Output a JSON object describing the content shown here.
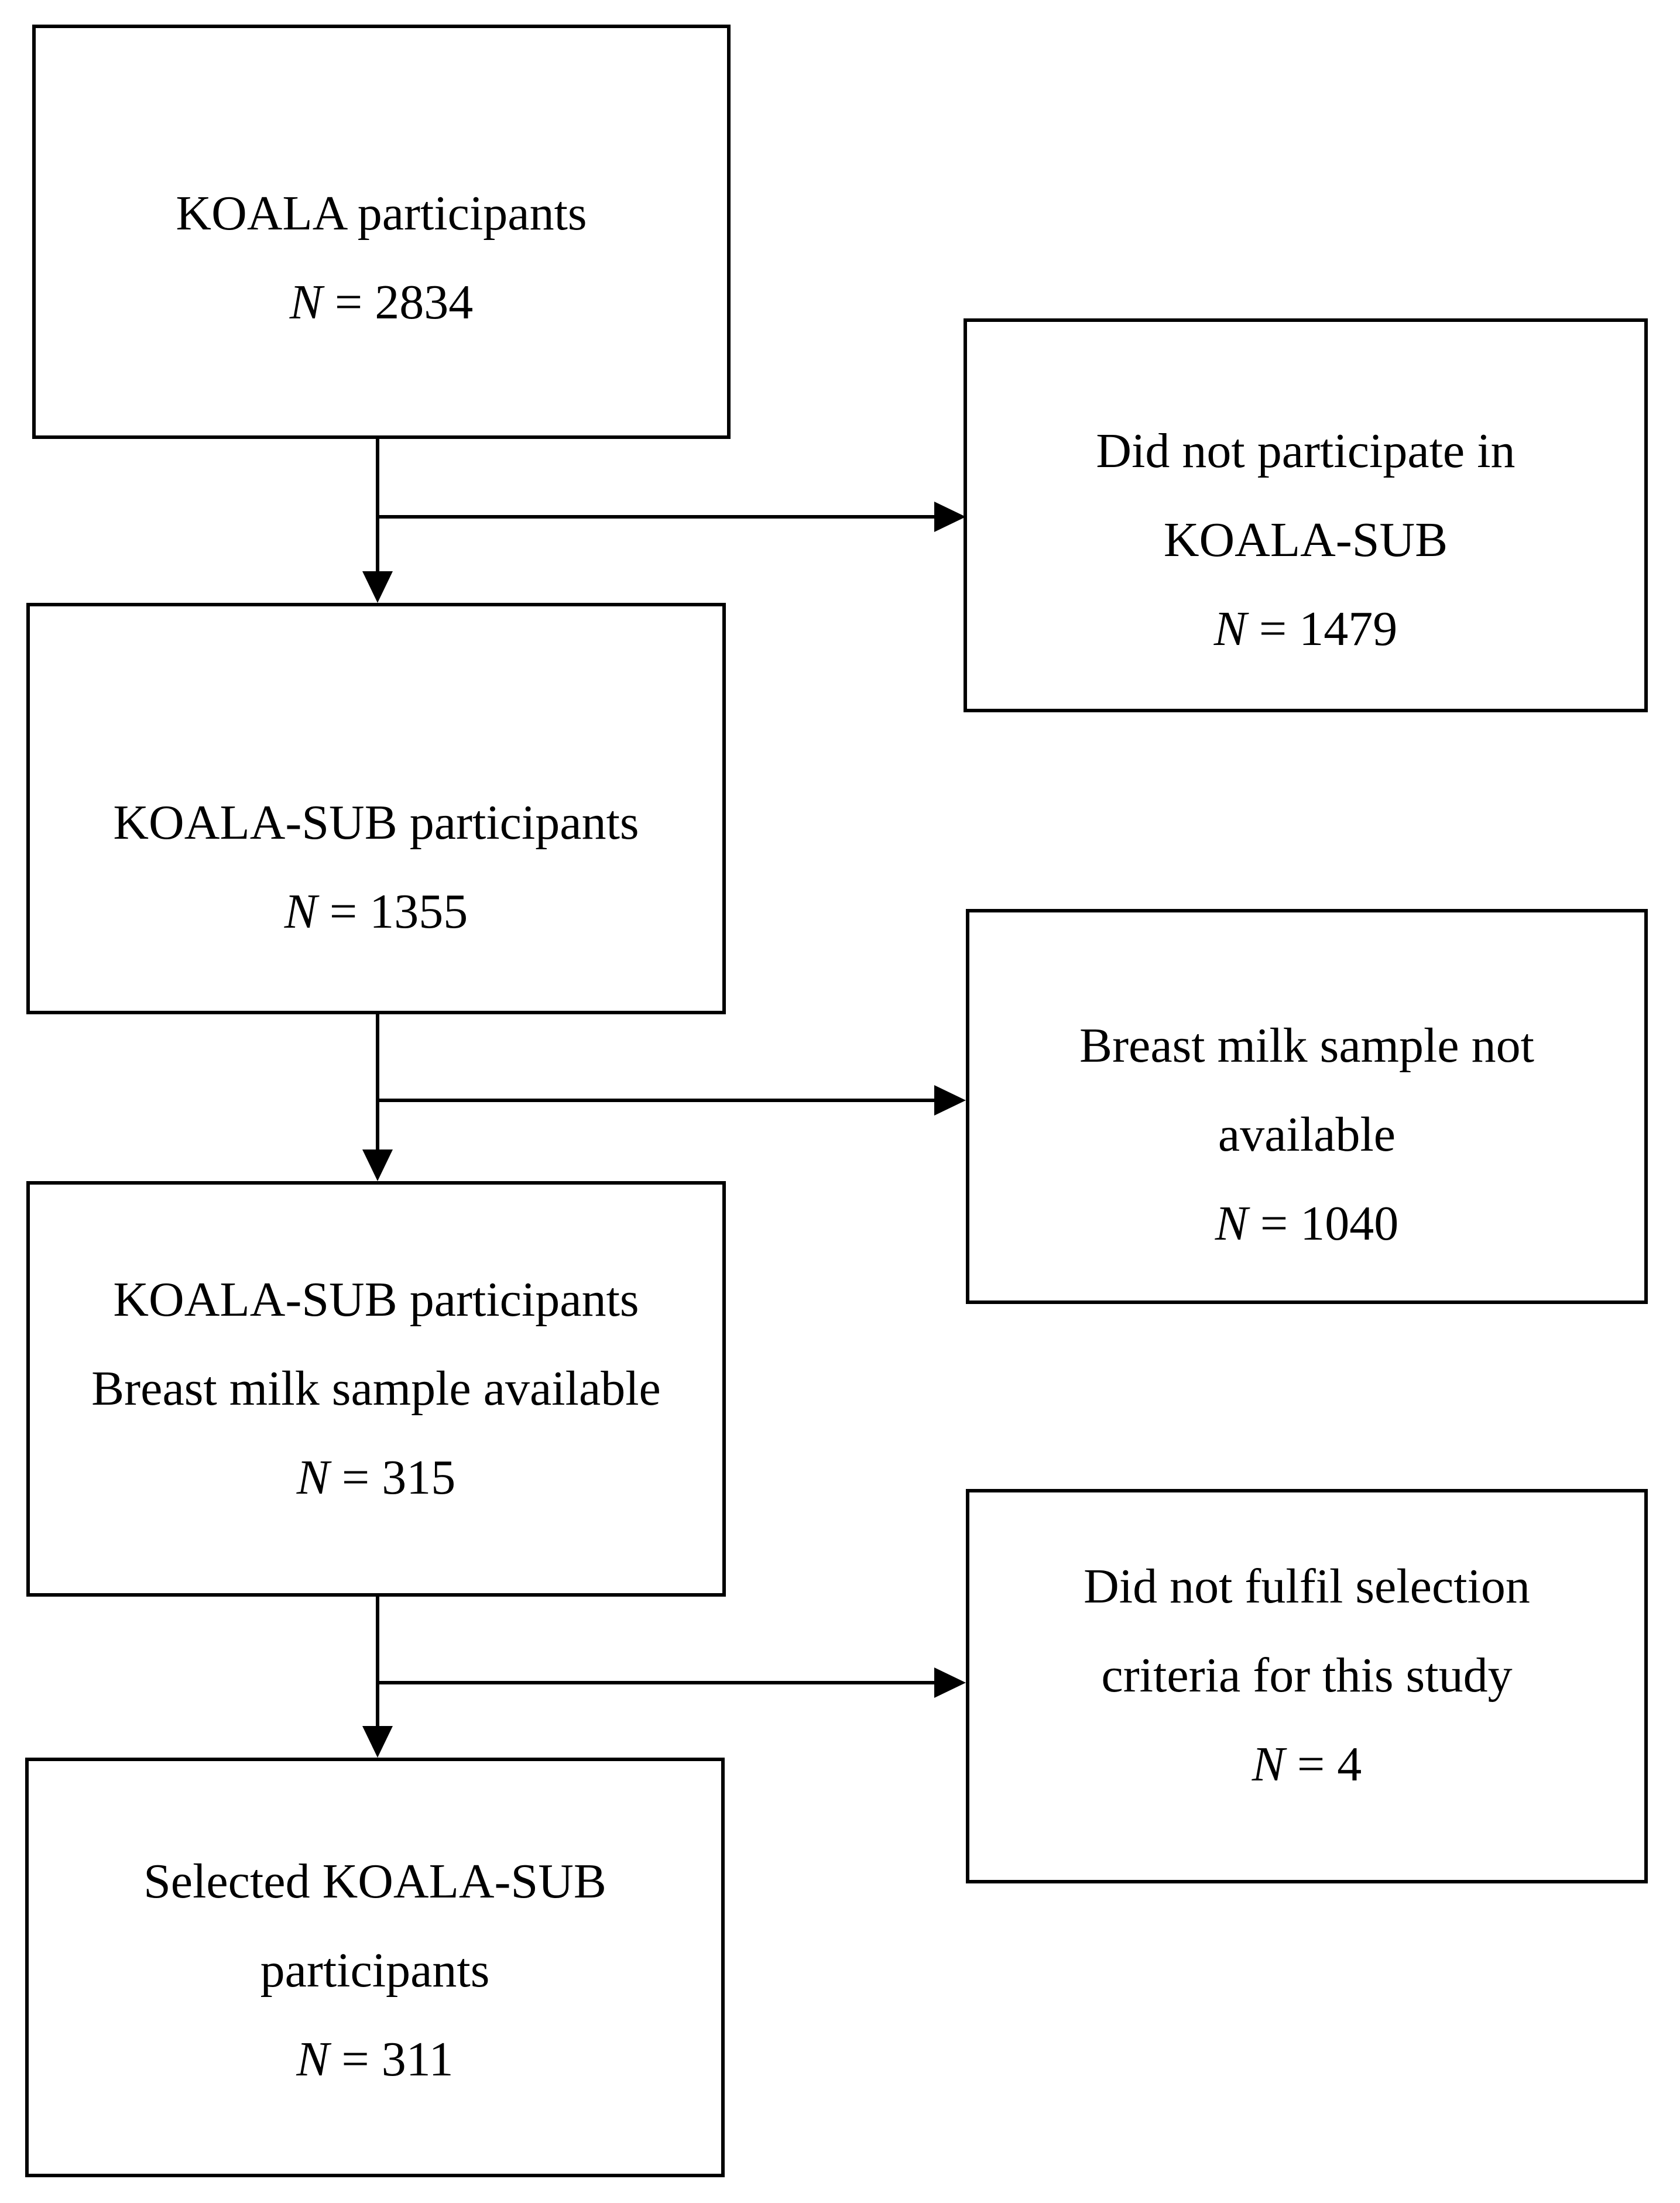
{
  "figure": {
    "background_color": "#ffffff",
    "line_color": "#000000",
    "text_color": "#000000",
    "left_boxes": [
      {
        "id": "koala-participants",
        "lines": [
          "KOALA participants"
        ],
        "n": {
          "var": "N",
          "rest": " = 2834"
        }
      },
      {
        "id": "koala-sub-participants",
        "lines": [
          "KOALA-SUB participants"
        ],
        "n": {
          "var": "N",
          "rest": " = 1355"
        }
      },
      {
        "id": "breast-milk-available",
        "lines": [
          "KOALA-SUB participants",
          "Breast milk sample available"
        ],
        "n": {
          "var": "N",
          "rest": " = 315"
        }
      },
      {
        "id": "selected-participants",
        "lines": [
          "Selected KOALA-SUB",
          "participants"
        ],
        "n": {
          "var": "N",
          "rest": " = 311"
        }
      }
    ],
    "right_boxes": [
      {
        "id": "did-not-participate",
        "lines": [
          "Did not participate in",
          "KOALA-SUB"
        ],
        "n": {
          "var": "N",
          "rest": " = 1479"
        }
      },
      {
        "id": "no-breast-milk-sample",
        "lines": [
          "Breast milk sample not",
          "available"
        ],
        "n": {
          "var": "N",
          "rest": " = 1040"
        }
      },
      {
        "id": "did-not-fulfil-criteria",
        "lines": [
          "Did not fulfil selection",
          "criteria for this study"
        ],
        "n": {
          "var": "N",
          "rest": " = 4"
        }
      }
    ],
    "edges": [
      {
        "from": "koala-participants",
        "to": "koala-sub-participants",
        "type": "down-arrow"
      },
      {
        "from": "koala-participants",
        "to": "did-not-participate",
        "type": "branch-right-arrow"
      },
      {
        "from": "koala-sub-participants",
        "to": "breast-milk-available",
        "type": "down-arrow"
      },
      {
        "from": "koala-sub-participants",
        "to": "no-breast-milk-sample",
        "type": "branch-right-arrow"
      },
      {
        "from": "breast-milk-available",
        "to": "selected-participants",
        "type": "down-arrow"
      },
      {
        "from": "breast-milk-available",
        "to": "did-not-fulfil-criteria",
        "type": "branch-right-arrow"
      }
    ]
  }
}
